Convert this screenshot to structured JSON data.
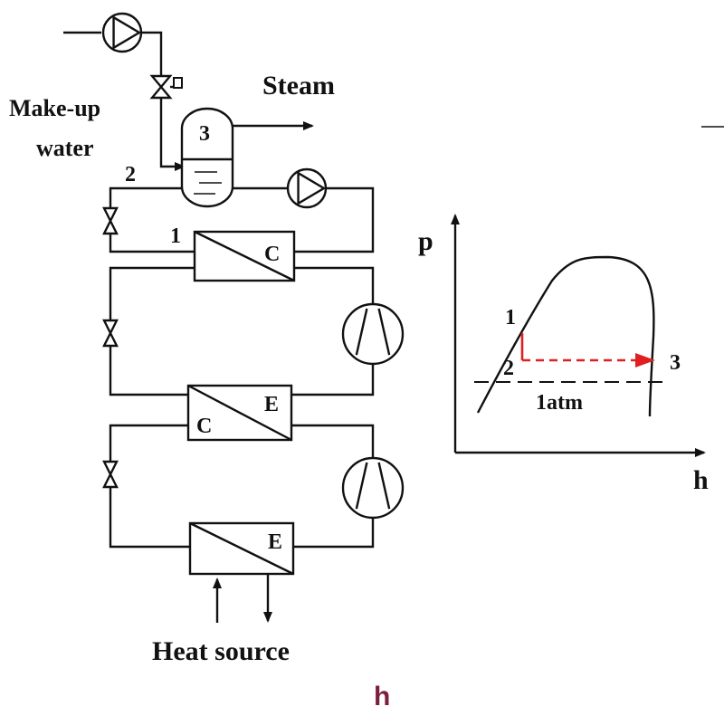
{
  "colors": {
    "line": "#111111",
    "process_arrow": "#e02020",
    "caption": "#7a1f3d"
  },
  "schematic": {
    "steam_label": "Steam",
    "makeup_label_line1": "Make-up",
    "makeup_label_line2": "water",
    "flash_tank_number": "3",
    "point_1": "1",
    "point_2": "2",
    "condenser_top": "C",
    "cascade_evaporator": "E",
    "cascade_condenser": "C",
    "evaporator_bottom": "E",
    "heat_source_label": "Heat source"
  },
  "ph_diagram": {
    "y_axis_label": "p",
    "x_axis_label": "h",
    "point_1": "1",
    "point_2": "2",
    "point_3": "3",
    "pressure_label": "1atm"
  },
  "caption": "h"
}
